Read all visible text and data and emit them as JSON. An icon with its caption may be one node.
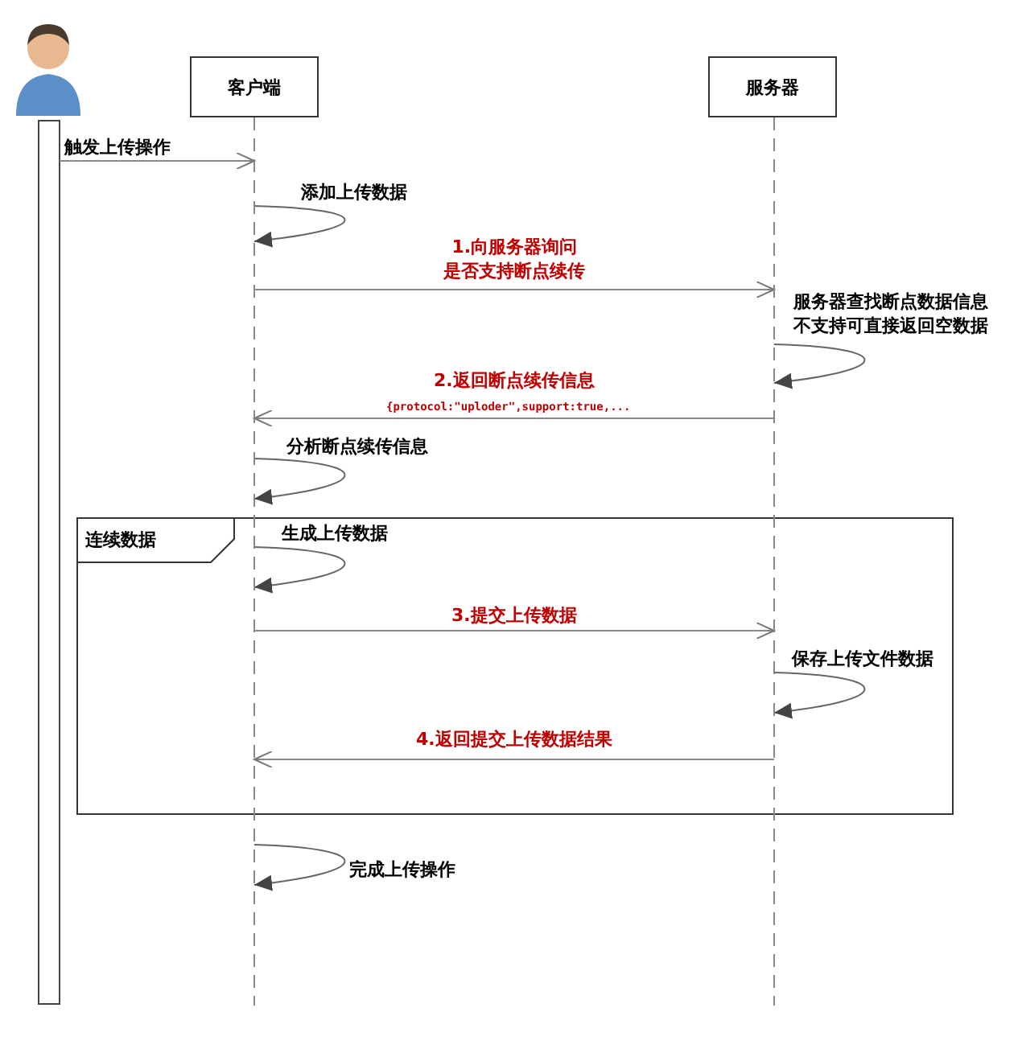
{
  "diagram": {
    "nodes": [
      {
        "text": [],
        "shape": "person"
      },
      {
        "text": [
          "客户端"
        ]
      },
      {
        "text": [
          "服务器"
        ]
      },
      {
        "text": [
          "连续数据"
        ]
      }
    ],
    "edges": [
      {
        "from": 0,
        "to": 1,
        "arrow": "to",
        "label": "触发上传操作"
      },
      {
        "from": 1,
        "to": 1,
        "arrow": "to",
        "label": "添加上传数据"
      },
      {
        "from": 1,
        "to": 2,
        "arrow": "to",
        "label": "1.向服务器询问是否支持断点续传"
      },
      {
        "from": 2,
        "to": 2,
        "arrow": "to",
        "label": "服务器查找断点数据信息不支持可直接返回空数据"
      },
      {
        "from": 2,
        "to": 1,
        "arrow": "to",
        "label": "2.返回断点续传信息"
      },
      {
        "from": 1,
        "to": 1,
        "arrow": "to",
        "label": "分析断点续传信息"
      },
      {
        "from": 1,
        "to": 1,
        "arrow": "to",
        "label": "生成上传数据"
      },
      {
        "from": 1,
        "to": 2,
        "arrow": "to",
        "label": "3.提交上传数据"
      },
      {
        "from": 2,
        "to": 2,
        "arrow": "to",
        "label": "保存上传文件数据"
      },
      {
        "from": 2,
        "to": 1,
        "arrow": "to",
        "label": "4.返回提交上传数据结果"
      },
      {
        "from": 1,
        "to": 1,
        "arrow": "to",
        "label": "完成上传操作"
      }
    ],
    "labels": [
      "{protocol:\"uploder\",support:true,..."
    ]
  }
}
